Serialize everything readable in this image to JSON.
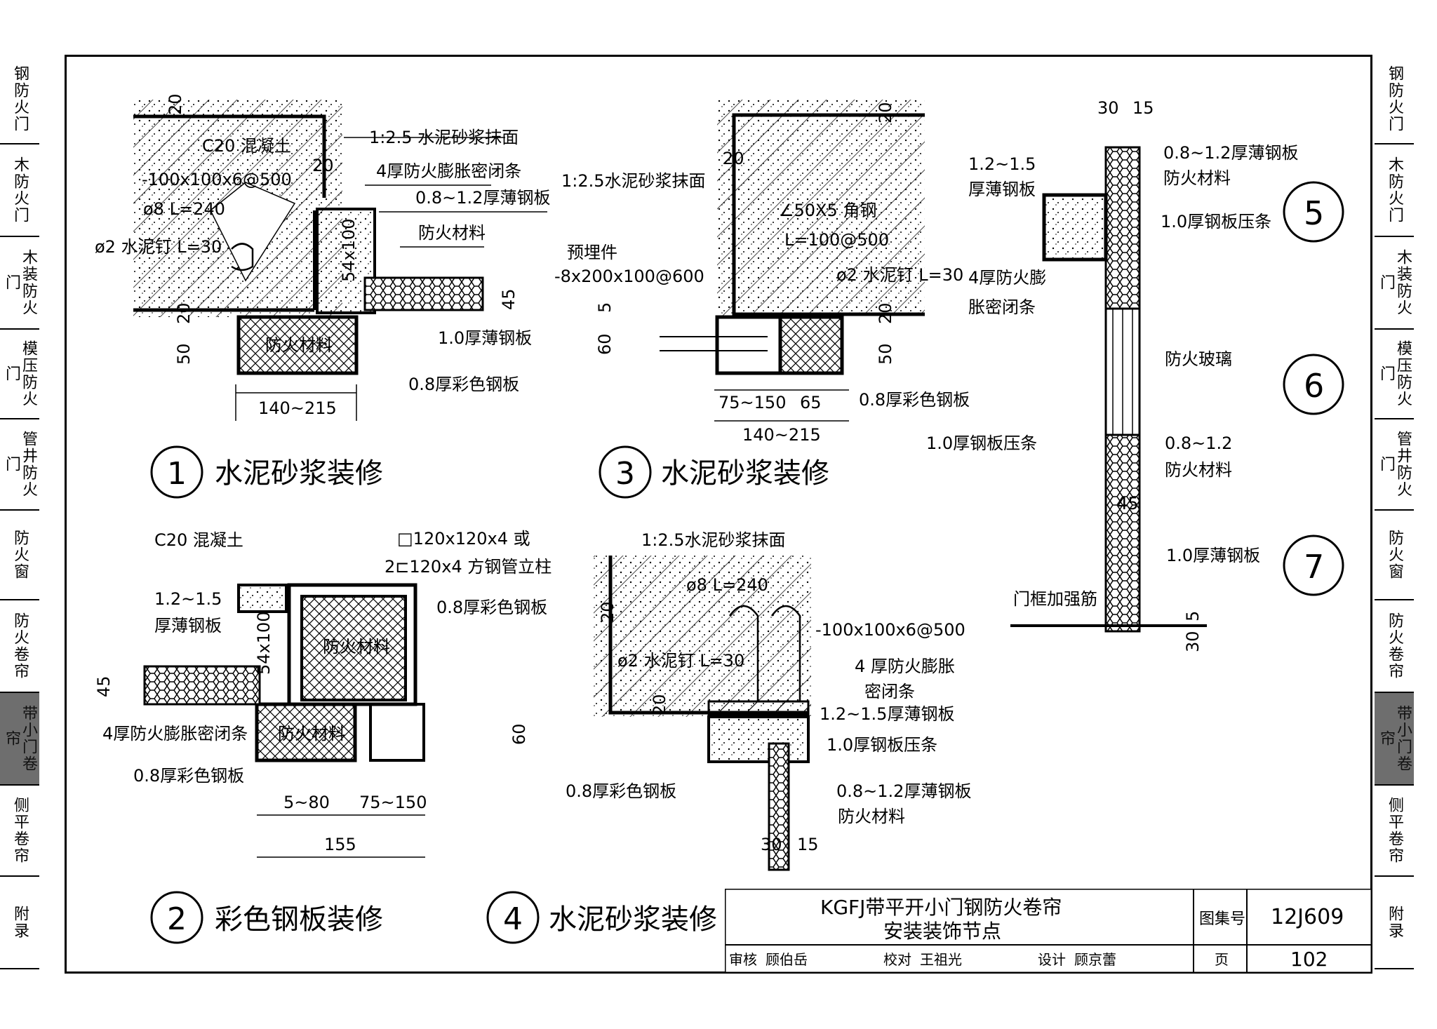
{
  "sidebar_left": [
    {
      "label": "钢防火门",
      "active": false
    },
    {
      "label": "木防火门",
      "active": false
    },
    {
      "label": "木装防火门",
      "active": false
    },
    {
      "label": "模压防火门",
      "active": false
    },
    {
      "label": "管井防火门",
      "active": false
    },
    {
      "label": "防火窗",
      "active": false
    },
    {
      "label": "防火卷帘",
      "active": false
    },
    {
      "label": "带小门卷帘",
      "active": true
    },
    {
      "label": "侧平卷帘",
      "active": false
    },
    {
      "label": "附录",
      "active": false
    }
  ],
  "sidebar_right": [
    {
      "label": "钢防火门",
      "active": false
    },
    {
      "label": "木防火门",
      "active": false
    },
    {
      "label": "木装防火门",
      "active": false
    },
    {
      "label": "模压防火门",
      "active": false
    },
    {
      "label": "管井防火门",
      "active": false
    },
    {
      "label": "防火窗",
      "active": false
    },
    {
      "label": "防火卷帘",
      "active": false
    },
    {
      "label": "带小门卷帘",
      "active": true
    },
    {
      "label": "侧平卷帘",
      "active": false
    },
    {
      "label": "附录",
      "active": false
    }
  ],
  "detail1": {
    "num": "1",
    "title": "水泥砂浆装修",
    "labels": {
      "concrete": "C20 混凝土",
      "plate": "-100x100x6@500",
      "rod": "ø8 L=240",
      "nail": "ø2 水泥钉 L=30",
      "mortar": "1:2.5 水泥砂浆抹面",
      "seal": "4厚防火膨胀密闭条",
      "steel": "0.8~1.2厚薄钢板",
      "fireproof": "防火材料",
      "fireproof_block": "防火材料",
      "thin": "1.0厚薄钢板",
      "color": "0.8厚彩色钢板"
    },
    "dims": {
      "d20a": "20",
      "d20b": "20",
      "d20c": "20",
      "d54": "54x100",
      "d45": "45",
      "d50": "50",
      "w": "140~215"
    }
  },
  "detail2": {
    "num": "2",
    "title": "彩色钢板装修",
    "labels": {
      "concrete": "C20 混凝土",
      "tube1": "□120x120x4 或",
      "tube2": "2⊏120x4 方钢管立柱",
      "thick1": "1.2~1.5",
      "thick2": "厚薄钢板",
      "color_top": "0.8厚彩色钢板",
      "fire_big": "防火材料",
      "fire_small": "防火材料",
      "seal": "4厚防火膨胀密闭条",
      "color_bot": "0.8厚彩色钢板"
    },
    "dims": {
      "d54": "54x100",
      "d45": "45",
      "d60": "60",
      "w1": "5~80",
      "w2": "75~150",
      "w": "155"
    }
  },
  "detail3": {
    "num": "3",
    "title": "水泥砂浆装修",
    "labels": {
      "mortar": "1:2.5水泥砂浆抹面",
      "angle1": "∠50X5 角钢",
      "angle2": "L=100@500",
      "embed1": "预埋件",
      "embed2": "-8x200x100@600",
      "nail": "ø2 水泥钉 L=30",
      "color": "0.8厚彩色钢板"
    },
    "dims": {
      "d20a": "20",
      "d20b": "20",
      "d20c": "20",
      "d5": "5",
      "d60": "60",
      "d50": "50",
      "w1": "75~150",
      "w2": "65",
      "w": "140~215"
    }
  },
  "detail4": {
    "num": "4",
    "title": "水泥砂浆装修",
    "labels": {
      "mortar": "1:2.5水泥砂浆抹面",
      "rod": "ø8 L=240",
      "plate": "-100x100x6@500",
      "nail": "ø2 水泥钉 L=30",
      "seal1": "4 厚防火膨胀",
      "seal2": "密闭条",
      "thick": "1.2~1.5厚薄钢板",
      "strip": "1.0厚钢板压条",
      "color": "0.8厚彩色钢板",
      "steel": "0.8~1.2厚薄钢板",
      "fire": "防火材料"
    },
    "dims": {
      "d20a": "20",
      "d20b": "20",
      "d30": "30",
      "d15": "15"
    }
  },
  "detail567": {
    "nums": [
      "5",
      "6",
      "7"
    ],
    "labels": {
      "thick1": "1.2~1.5",
      "thick2": "厚薄钢板",
      "steel": "0.8~1.2厚薄钢板",
      "fire1": "防火材料",
      "strip1": "1.0厚钢板压条",
      "seal1": "4厚防火膨",
      "seal2": "胀密闭条",
      "glass": "防火玻璃",
      "strip2": "1.0厚钢板压条",
      "steel2": "0.8~1.2",
      "fire2": "防火材料",
      "thin": "1.0厚薄钢板",
      "frame": "门框加强筋"
    },
    "dims": {
      "d30": "30",
      "d15": "15",
      "d45": "45",
      "d5": "5",
      "d30b": "30"
    }
  },
  "title_block": {
    "title1": "KGFJ带平开小门钢防火卷帘",
    "title2": "安装装饰节点",
    "atlas_label": "图集号",
    "atlas_no": "12J609",
    "review": "审核",
    "reviewer": "顾伯岳",
    "check": "校对",
    "checker": "王祖光",
    "design": "设计",
    "designer": "顾京蕾",
    "page_label": "页",
    "page_no": "102"
  }
}
